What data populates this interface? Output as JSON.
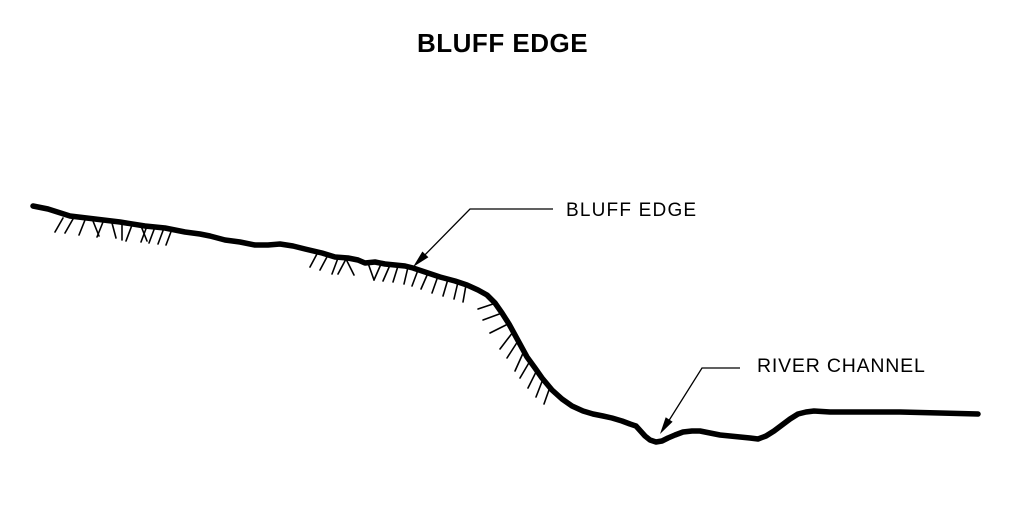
{
  "diagram": {
    "title": "BLUFF EDGE",
    "background_color": "#ffffff",
    "line_color": "#000000",
    "annotations": {
      "bluff_edge": {
        "label": "BLUFF EDGE",
        "icon": "arrowhead-icon"
      },
      "river_channel": {
        "label": "RIVER CHANNEL",
        "icon": "arrowhead-icon"
      }
    }
  }
}
